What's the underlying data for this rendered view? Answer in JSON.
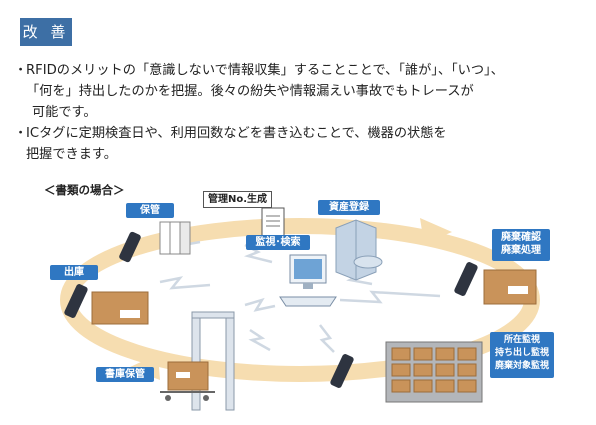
{
  "heading": "改 善",
  "bullets": [
    {
      "marker": "・",
      "lines": [
        "RFIDのメリットの「意識しないで情報収集」することことで、「誰が」、「いつ」、",
        "「何を」持出したのかを把握。後々の紛失や情報漏えい事故でもトレースが",
        "可能です。"
      ]
    },
    {
      "marker": "・",
      "lines": [
        "ICタグに定期検査日や、利用回数などを書き込むことで、機器の状態を",
        "把握できます。"
      ]
    }
  ],
  "diagram": {
    "caption": "＜書類の場合＞",
    "labels": {
      "hokan": "保管",
      "shukko": "出庫",
      "shoko_hokan": "書庫保管",
      "kanri_no": "管理No.生成",
      "shisan_toroku": "資産登録",
      "kanshi_kensaku": "監視･検索",
      "haiki": [
        "廃棄確認",
        "廃棄処理"
      ],
      "shozai": [
        "所在監視",
        "持ち出し監視",
        "廃棄対象監視"
      ]
    },
    "colors": {
      "label_bg": "#2f77c2",
      "arrow": "#f6ddb0",
      "box": "#c9935a",
      "signal": "#cfd8e2"
    }
  }
}
